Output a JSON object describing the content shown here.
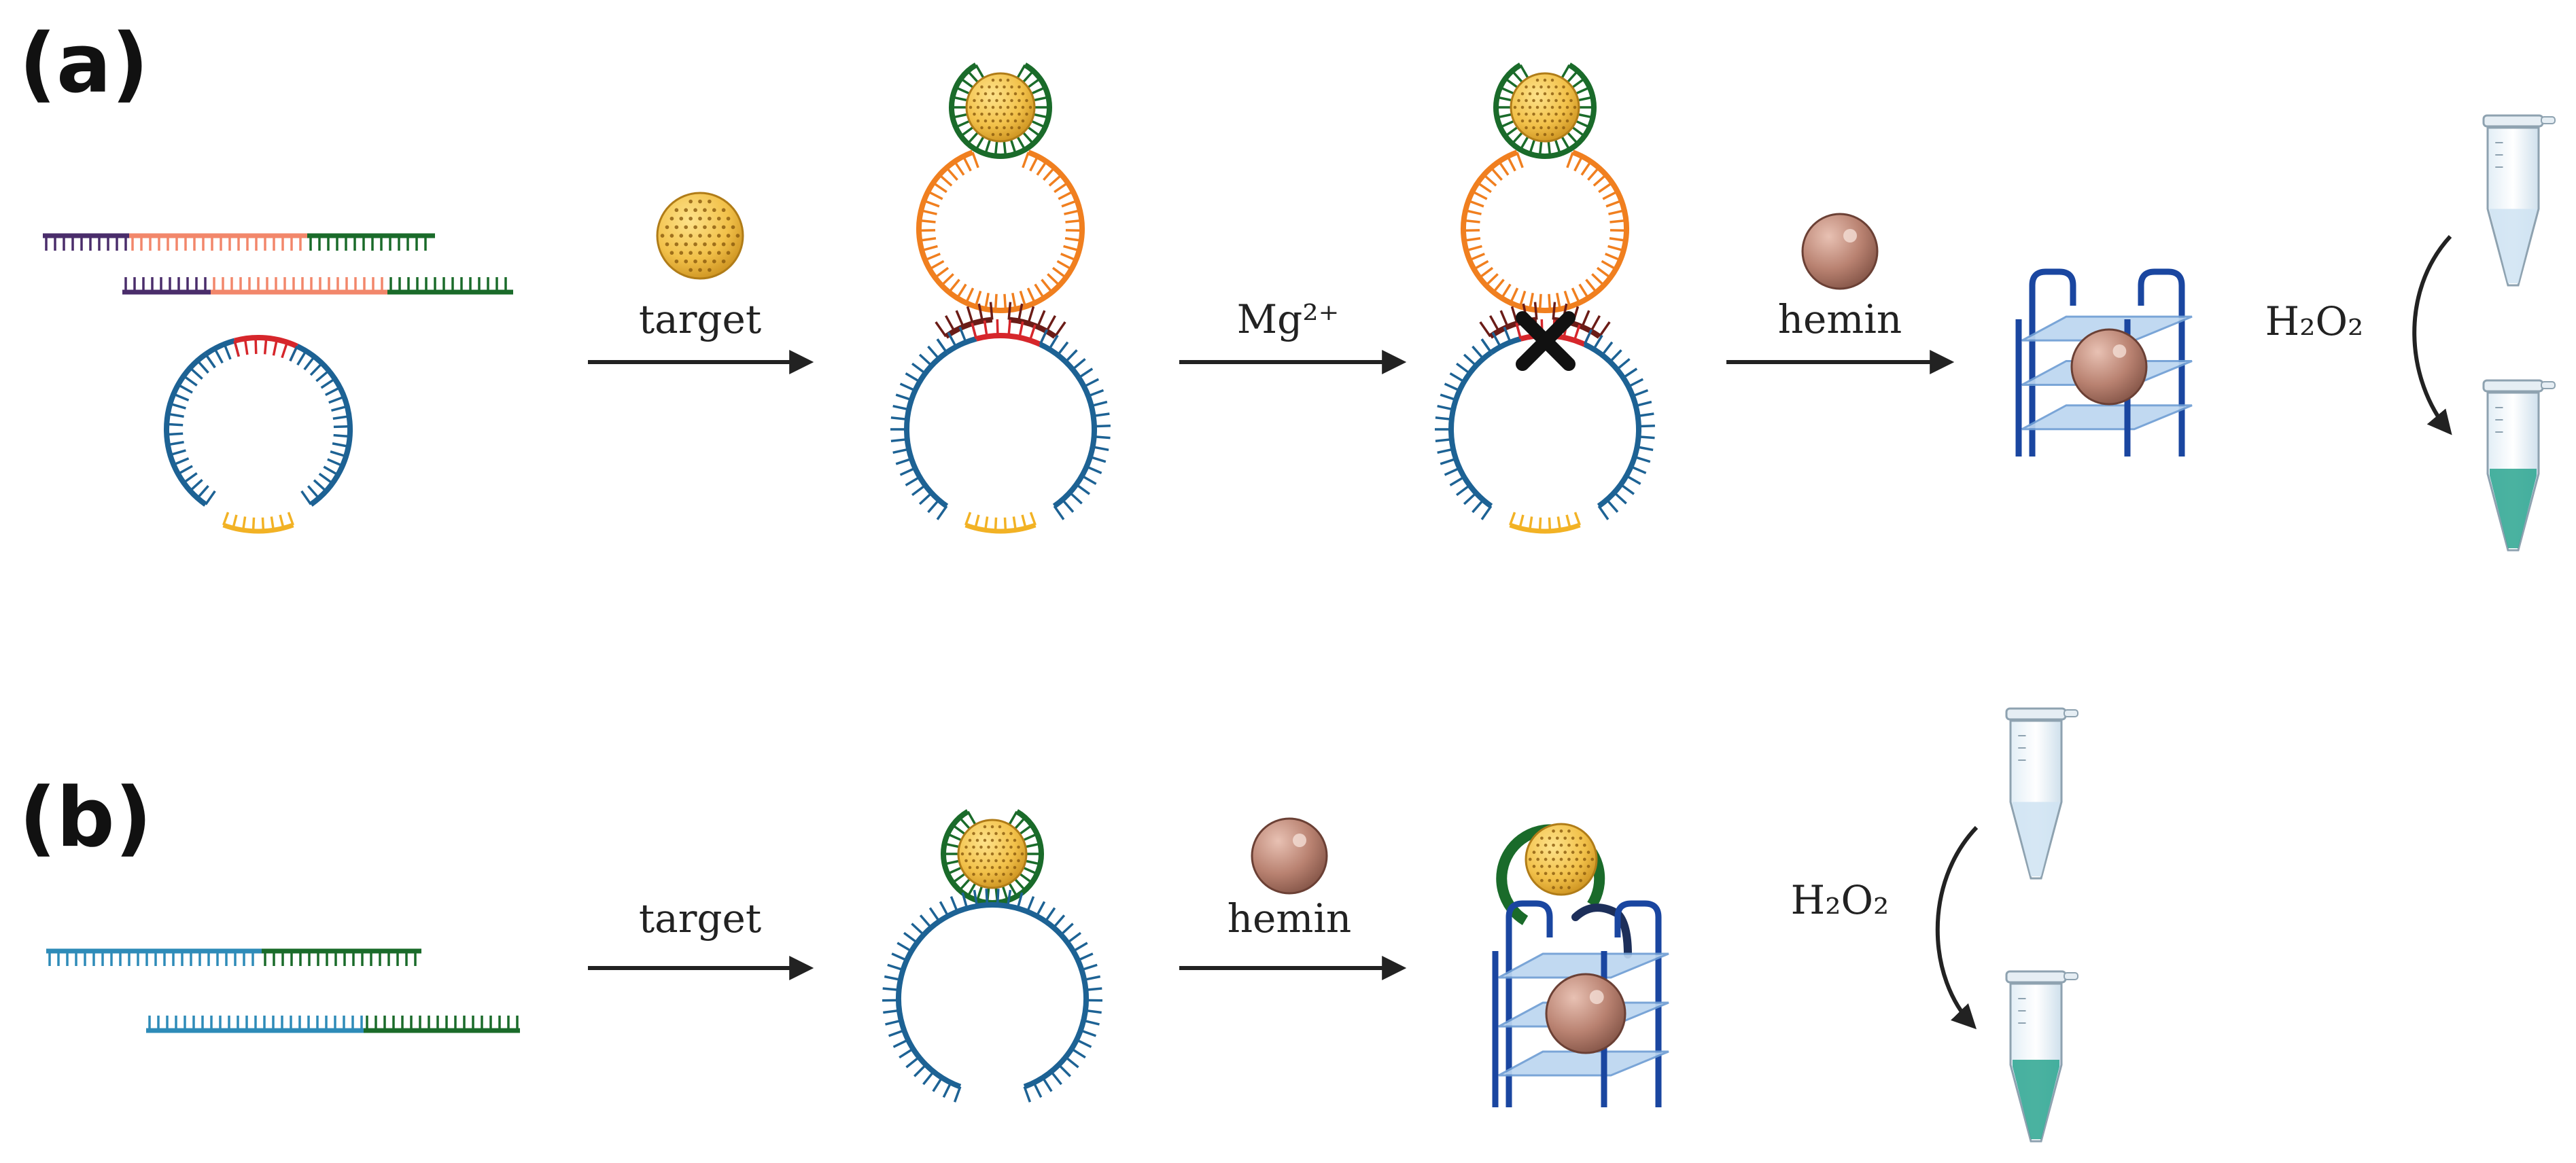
{
  "panels": [
    {
      "label": "(a)",
      "steps": [
        "target",
        "Mg²⁺",
        "hemin",
        "H₂O₂"
      ]
    },
    {
      "label": "(b)",
      "steps": [
        "target",
        "hemin",
        "H₂O₂"
      ]
    }
  ],
  "colors": {
    "purple": "#4a2d6b",
    "salmon": "#f2876b",
    "green": "#1a6b2a",
    "blue": "#1d6294",
    "red": "#d6262b",
    "yellow": "#f2b225",
    "orange": "#f07f1f",
    "maroon": "#6b1c17",
    "cyan": "#2e8bb8",
    "gquad_plane": "#bcd6f0",
    "gquad_frame": "#1a46a0",
    "hemin": "#b98271",
    "target_fill": "#f2c14a",
    "tube_liquid_blank": "#cfe3f2",
    "tube_liquid_signal": "#2aa58f"
  }
}
